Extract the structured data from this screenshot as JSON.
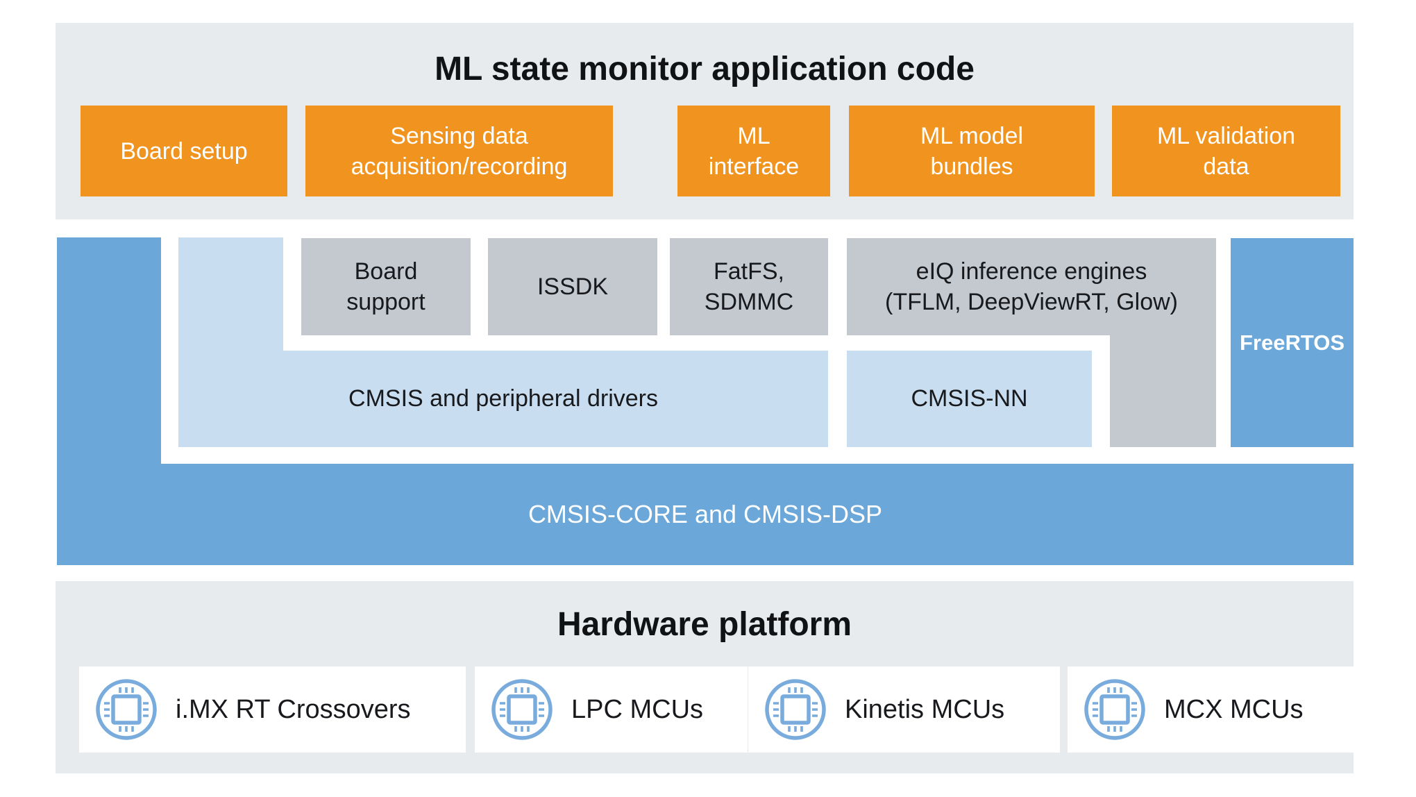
{
  "colors": {
    "background": "#ffffff",
    "section_background": "#e8ebed",
    "orange": "#f0941f",
    "blue": "#6ba8d9",
    "light_blue": "#c9ddf0",
    "gray_box": "#c4c9cf",
    "icon_blue": "#79acdc",
    "text_dark": "#17191c",
    "text_white": "#ffffff"
  },
  "app_section": {
    "title": "ML state monitor application code",
    "boxes": [
      {
        "label": "Board setup"
      },
      {
        "label": "Sensing data\nacquisition/recording"
      },
      {
        "label": "ML\ninterface"
      },
      {
        "label": "ML model\nbundles"
      },
      {
        "label": "ML validation\ndata"
      }
    ]
  },
  "middleware_section": {
    "board_support": "Board\nsupport",
    "issdk": "ISSDK",
    "fatfs": "FatFS,\nSDMMC",
    "eiq": "eIQ inference engines\n(TFLM, DeepViewRT, Glow)",
    "cmsis_drivers": "CMSIS and peripheral drivers",
    "cmsis_nn": "CMSIS-NN",
    "freertos": "FreeRTOS",
    "cmsis_core": "CMSIS-CORE and CMSIS-DSP"
  },
  "hardware_section": {
    "title": "Hardware platform",
    "cards": [
      {
        "icon": "chip-icon",
        "label": "i.MX RT Crossovers"
      },
      {
        "icon": "chip-icon",
        "label": "LPC MCUs"
      },
      {
        "icon": "chip-icon",
        "label": "Kinetis MCUs"
      },
      {
        "icon": "chip-icon",
        "label": "MCX MCUs"
      }
    ]
  }
}
